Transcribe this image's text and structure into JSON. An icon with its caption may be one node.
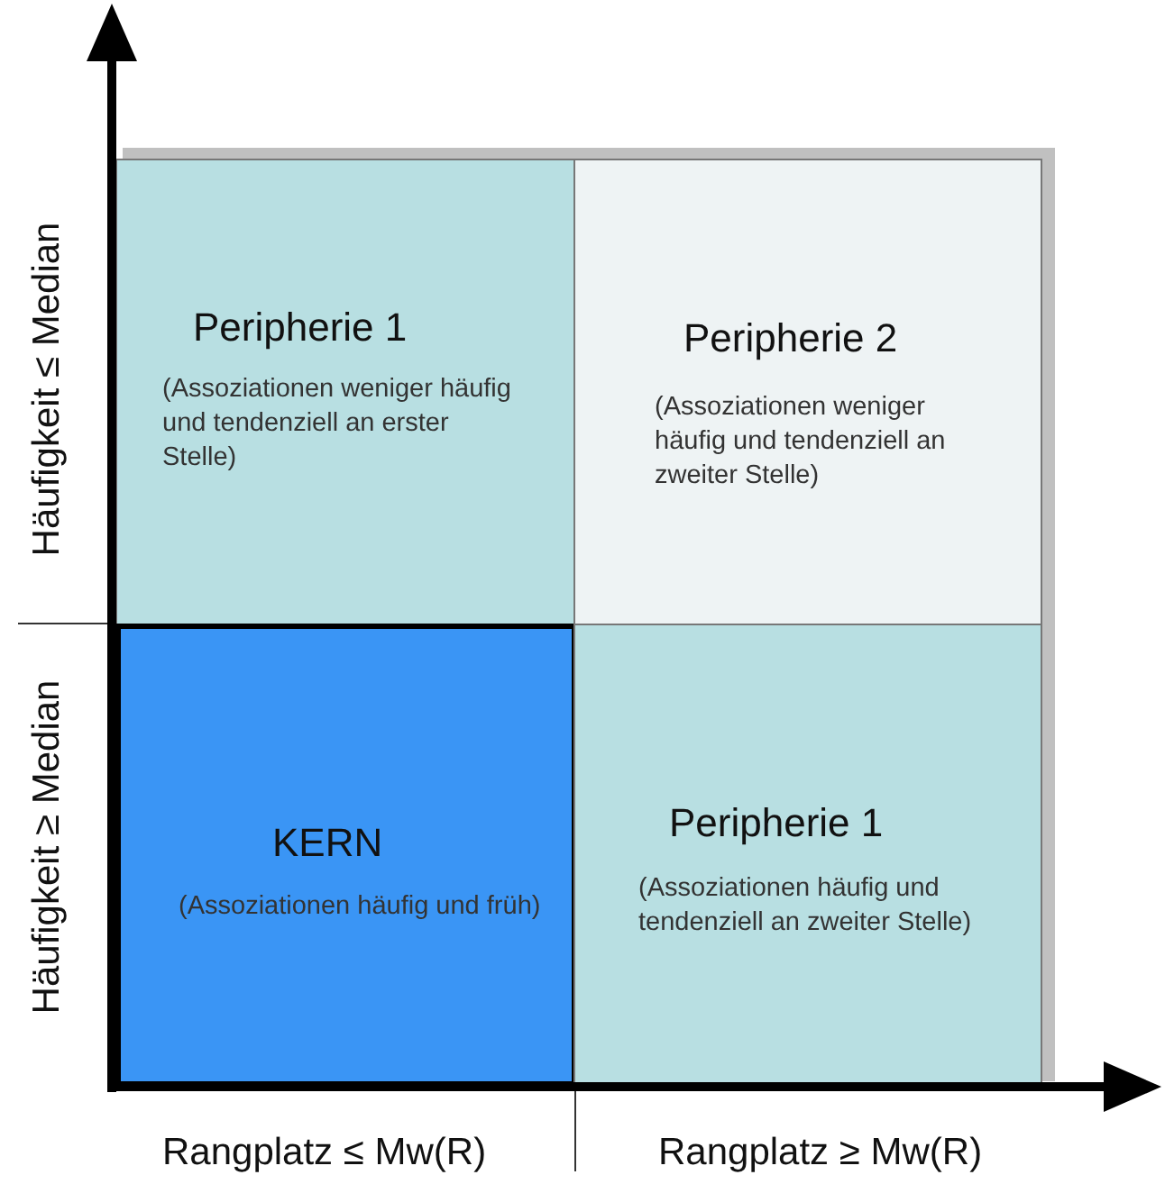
{
  "diagram": {
    "nodes": [
      {
        "text": [
          "Peripherie 1",
          "(Assoziationen weniger häufig und tendenziell an erster Stelle)"
        ]
      },
      {
        "text": [
          "Peripherie 2",
          "(Assoziationen weniger häufig und tendenziell an zweiter Stelle)"
        ]
      },
      {
        "text": [
          "KERN",
          "(Assoziationen häufig und früh)"
        ]
      },
      {
        "text": [
          "Peripherie 1",
          "(Assoziationen häufig und tendenziell an zweiter Stelle)"
        ]
      }
    ],
    "labels": [
      "Häufigkeit ≤ Median",
      "Häufigkeit ≥ Median",
      "Rangplatz ≤ Mw(R)",
      "Rangplatz ≥ Mw(R)"
    ]
  }
}
